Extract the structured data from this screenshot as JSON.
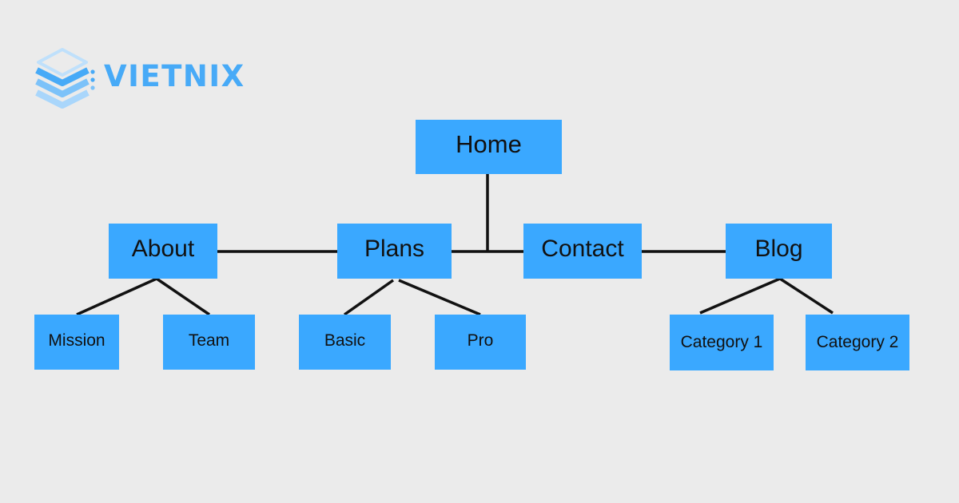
{
  "brand": {
    "name": "VIETNIX",
    "color": "#47aaf7"
  },
  "colors": {
    "background": "#ebebeb",
    "node_fill": "#3aa8ff",
    "node_text": "#111111",
    "connector": "#111111"
  },
  "sitemap": {
    "root": "Home",
    "sections": {
      "about": {
        "label": "About",
        "children": [
          "Mission",
          "Team"
        ]
      },
      "plans": {
        "label": "Plans",
        "children": [
          "Basic",
          "Pro"
        ]
      },
      "contact": {
        "label": "Contact",
        "children": []
      },
      "blog": {
        "label": "Blog",
        "children": [
          "Category 1",
          "Category 2"
        ]
      }
    }
  }
}
